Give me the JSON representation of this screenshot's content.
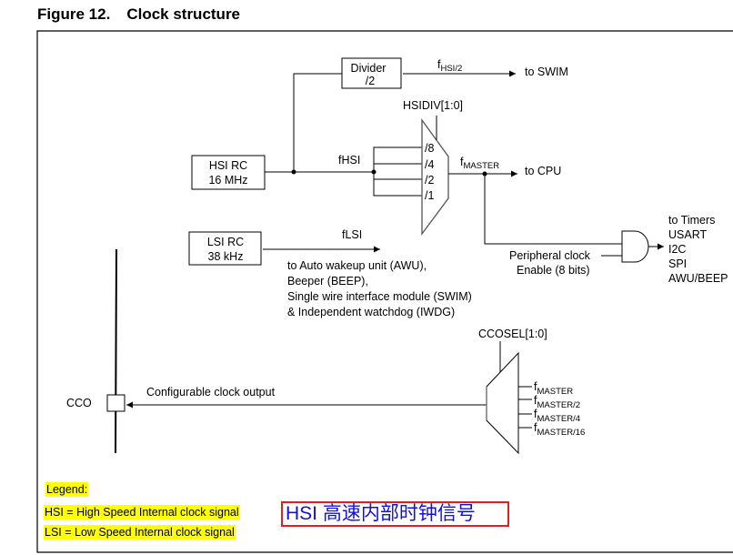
{
  "figure": {
    "number": "Figure 12.",
    "title": "Clock structure"
  },
  "blocks": {
    "hsi_rc": {
      "line1": "HSI RC",
      "line2": "16 MHz"
    },
    "lsi_rc": {
      "line1": "LSI RC",
      "line2": "38 kHz"
    },
    "divider": {
      "line1": "Divider",
      "line2": "/2"
    }
  },
  "signals": {
    "f_hsi2": {
      "base": "f",
      "sub": "HSI/2"
    },
    "to_swim": "to SWIM",
    "hsidiv": "HSIDIV[1:0]",
    "fhsi": "fHSI",
    "mux_inputs": [
      "/8",
      "/4",
      "/2",
      "/1"
    ],
    "f_master": {
      "base": "f",
      "sub": "MASTER"
    },
    "to_cpu": "to CPU",
    "flsi": "fLSI",
    "lsi_targets": [
      "to Auto wakeup unit (AWU),",
      "Beeper (BEEP),",
      "Single wire interface module (SWIM)",
      "& Independent watchdog (IWDG)"
    ],
    "peripheral_enable": [
      "Peripheral clock",
      "Enable (8 bits)"
    ],
    "peripheral_targets": [
      "to Timers",
      "USART",
      "I2C",
      "SPI",
      "AWU/BEEP"
    ],
    "ccosel": "CCOSEL[1:0]",
    "cco_inputs": [
      {
        "base": "f",
        "sub": "MASTER"
      },
      {
        "base": "f",
        "sub": "MASTER/2"
      },
      {
        "base": "f",
        "sub": "MASTER/4"
      },
      {
        "base": "f",
        "sub": "MASTER/16"
      }
    ],
    "cco_output": "Configurable clock output",
    "cco_pin": "CCO"
  },
  "legend": {
    "title": "Legend:",
    "items": [
      "HSI = High Speed Internal clock signal",
      "LSI = Low Speed Internal clock signal"
    ]
  },
  "annotation": {
    "text": "HSI 高速内部时钟信号",
    "border_color": "#e02020",
    "text_color": "#1010e0"
  },
  "colors": {
    "legend_highlight": "#ffff00"
  }
}
